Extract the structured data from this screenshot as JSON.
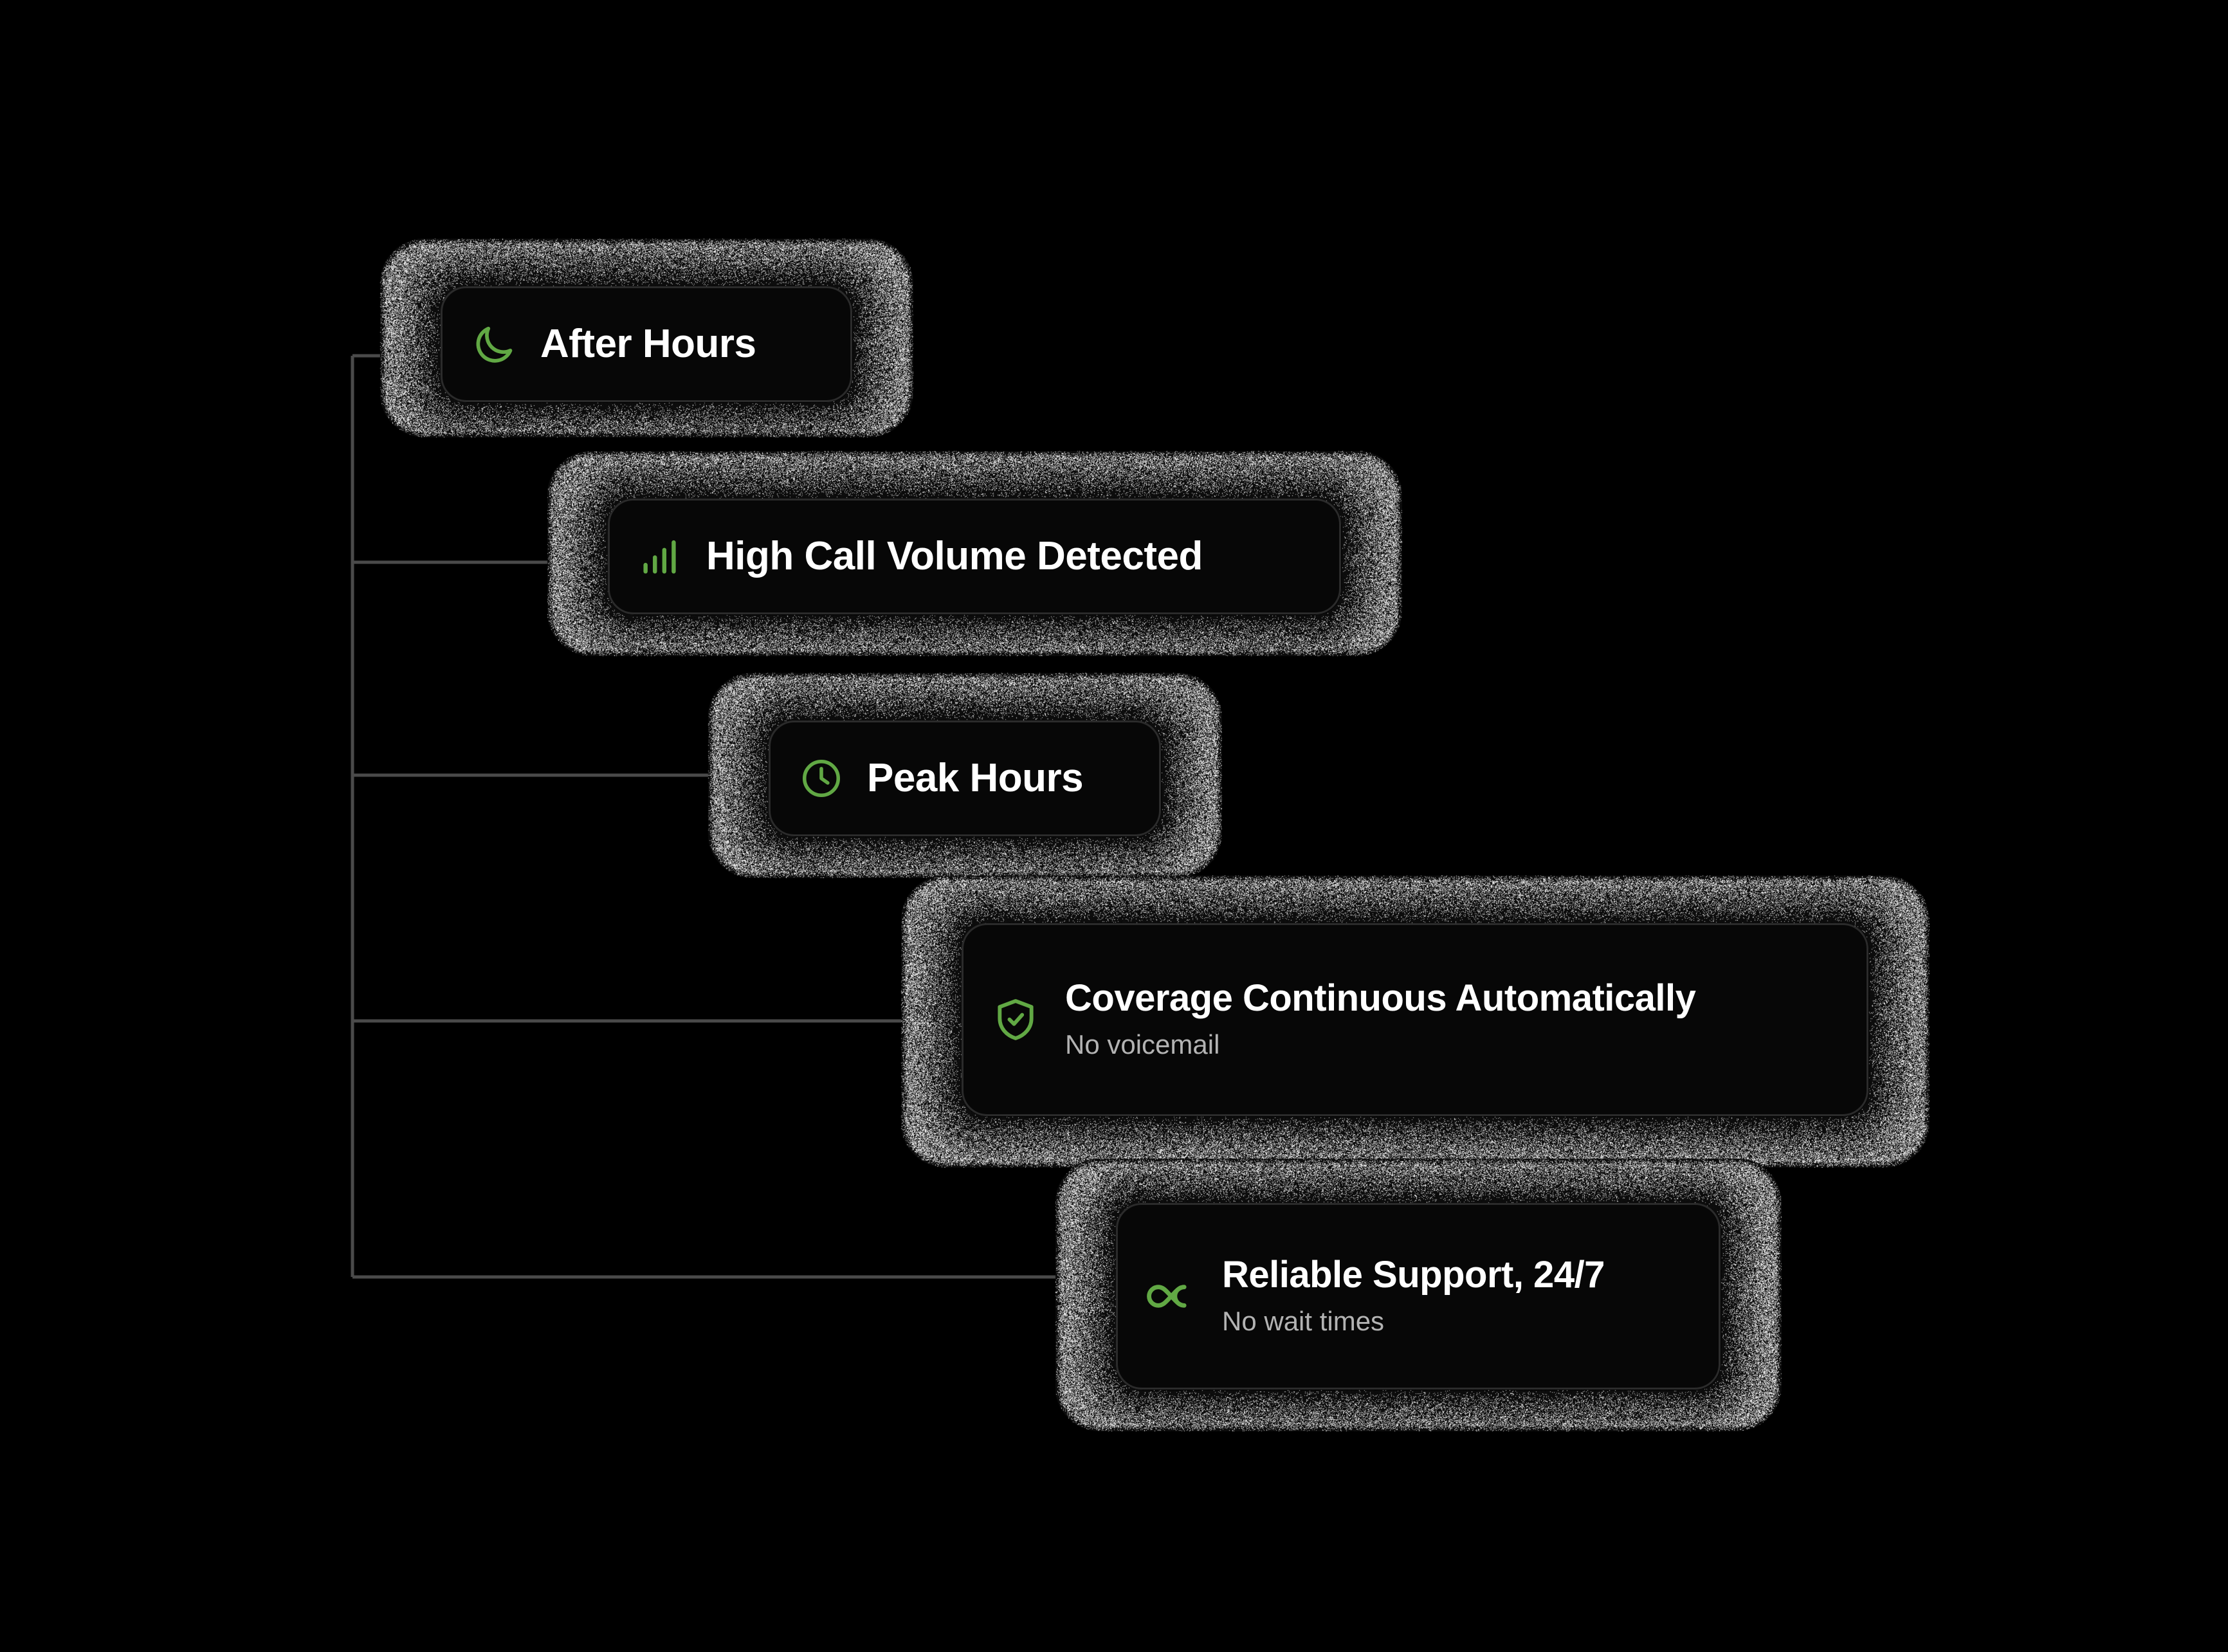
{
  "theme": {
    "background": "#000000",
    "card_fill": "#070707",
    "card_border": "#2b2b2b",
    "accent_green": "#61a844",
    "title_color": "#ffffff",
    "subtitle_color": "#b3b3b3",
    "connector_color": "#4a4a4a"
  },
  "cards": [
    {
      "id": "after-hours",
      "icon": "moon-icon",
      "title": "After Hours",
      "subtitle": ""
    },
    {
      "id": "high-call-volume",
      "icon": "signal-bars-icon",
      "title": "High Call Volume Detected",
      "subtitle": ""
    },
    {
      "id": "peak-hours",
      "icon": "clock-icon",
      "title": "Peak Hours",
      "subtitle": ""
    },
    {
      "id": "coverage-continuous",
      "icon": "shield-check-icon",
      "title": "Coverage Continuous Automatically",
      "subtitle": "No voicemail"
    },
    {
      "id": "reliable-support",
      "icon": "infinity-icon",
      "title": "Reliable Support, 24/7",
      "subtitle": "No wait times"
    }
  ]
}
